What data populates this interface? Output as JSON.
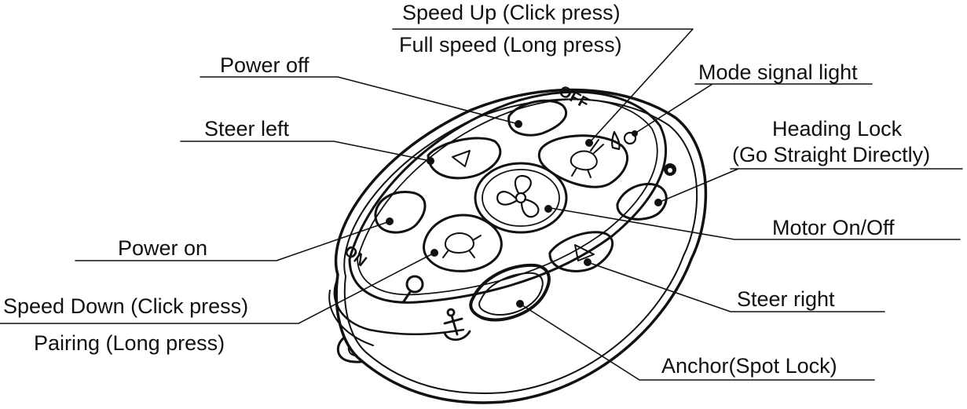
{
  "callouts": {
    "speed_up": "Speed Up (Click press)",
    "full_speed": "Full speed (Long press)",
    "power_off": "Power off",
    "mode_signal_light": "Mode signal light",
    "steer_left": "Steer left",
    "heading_lock_1": "Heading Lock",
    "heading_lock_2": "(Go Straight Directly)",
    "motor_on_off": "Motor On/Off",
    "power_on": "Power on",
    "steer_right": "Steer right",
    "speed_down": "Speed Down (Click press)",
    "pairing": "Pairing (Long press)",
    "anchor": "Anchor(Spot Lock)"
  },
  "device_markings": {
    "off": "OFF",
    "on": "ON"
  },
  "colors": {
    "ink": "#111111",
    "device_fill": "#ffffff"
  },
  "icons": [
    "rabbit-icon",
    "turtle-icon",
    "propeller-icon",
    "search-icon",
    "anchor-icon",
    "rocket-icon",
    "heading-lock-icon",
    "triangle-left-icon",
    "triangle-right-icon"
  ]
}
